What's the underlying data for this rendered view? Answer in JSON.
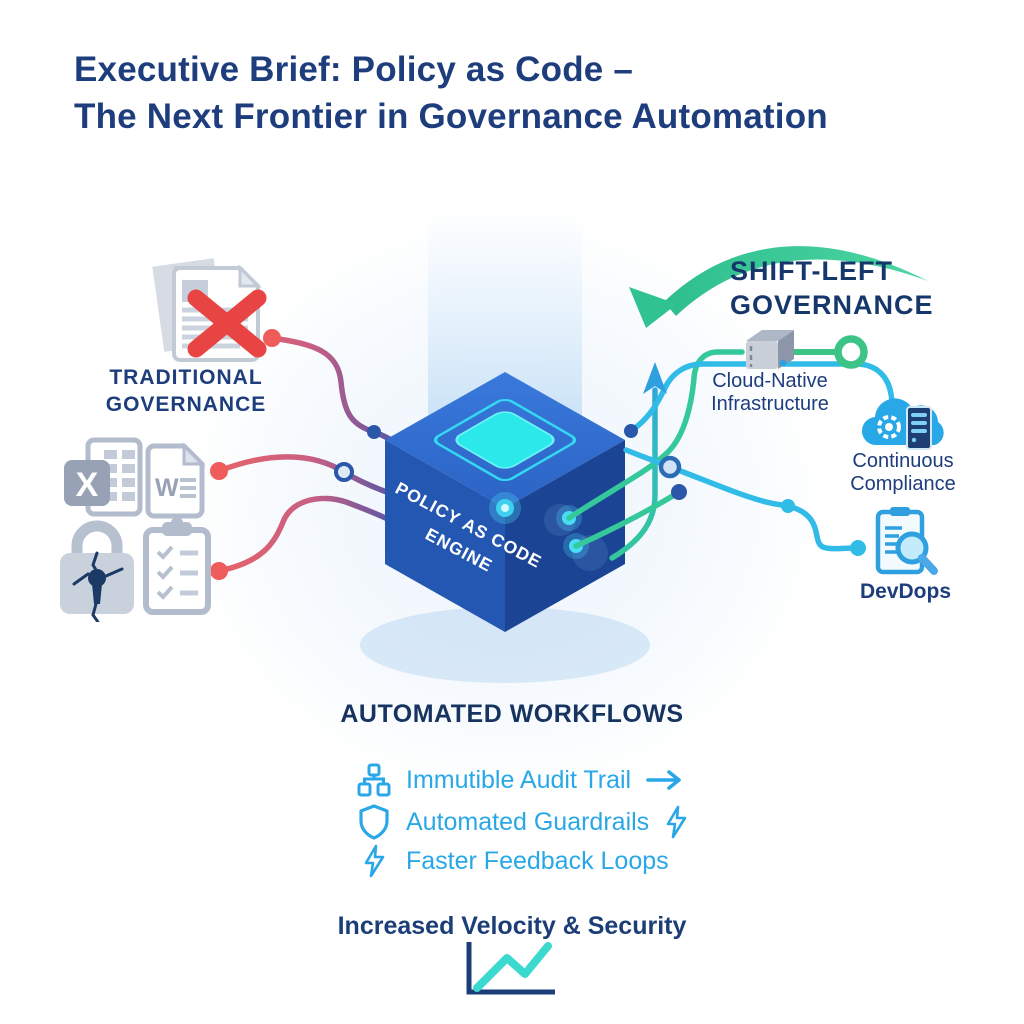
{
  "title": {
    "line1": "Executive Brief: Policy as Code –",
    "line2": "The Next Frontier in Governance Automation"
  },
  "traditional": {
    "line1": "TRADITIONAL",
    "line2": "GOVERNANCE"
  },
  "engine": {
    "line1": "POLICY AS CODE",
    "line2": "ENGINE"
  },
  "shift_left": {
    "line1": "SHIFT-LEFT",
    "line2": "GOVERNANCE"
  },
  "cloud_native": {
    "line1": "Cloud-Native",
    "line2": "Infrastructure"
  },
  "continuous": {
    "line1": "Continuous",
    "line2": "Compliance"
  },
  "devops": {
    "label": "DevDops"
  },
  "workflows": {
    "heading": "AUTOMATED WORKFLOWS",
    "items": [
      {
        "label": "Immutible Audit Trail",
        "lead_icon": "sitemap-icon",
        "trail_icon": "arrow-right-icon"
      },
      {
        "label": "Automated Guardrails",
        "lead_icon": "shield-icon",
        "trail_icon": "lightning-icon"
      },
      {
        "label": "Faster Feedback Loops",
        "lead_icon": "lightning-icon",
        "trail_icon": ""
      }
    ]
  },
  "footer": {
    "label": "Increased Velocity & Security",
    "icon": "growth-chart-icon"
  },
  "icons": {
    "left": [
      "documents-rejected-icon",
      "excel-file-icon",
      "word-file-icon",
      "broken-lock-icon",
      "checklist-icon"
    ],
    "right": [
      "container-icon",
      "green-ring-icon",
      "cloud-gear-server-icon",
      "audit-magnifier-icon"
    ],
    "excel_letter": "X",
    "word_letter": "W"
  },
  "colors": {
    "navy": "#1e3d7d",
    "heading_navy": "#17335f",
    "accent_blue": "#29a7e6",
    "red": "#e84c4c",
    "green": "#35c89b",
    "cyan": "#31bce8",
    "cube_top": "#2f6fd0",
    "cube_left": "#2457b2",
    "cube_right": "#1b4494",
    "plate_cyan": "#2be9eb",
    "icon_gray": "#b3bccd"
  }
}
